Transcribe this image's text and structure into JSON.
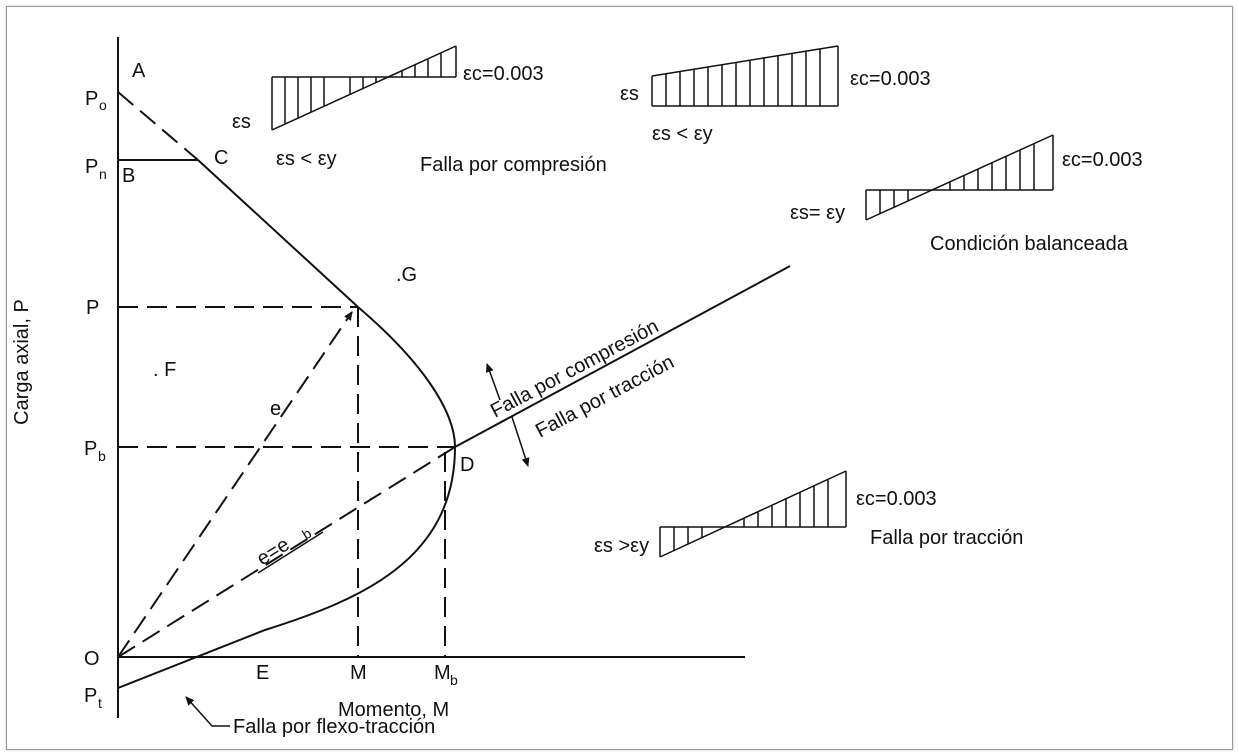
{
  "axes": {
    "y_label": "Carga axial, P",
    "x_label": "Momento, M"
  },
  "points": {
    "A": "A",
    "B": "B",
    "C": "C",
    "D": "D",
    "E": "E",
    "F": ". F",
    "G": ".G",
    "O": "O"
  },
  "y_ticks": {
    "po_main": "P",
    "po_sub": "o",
    "pn_main": "P",
    "pn_sub": "n",
    "p": "P",
    "pb_main": "P",
    "pb_sub": "b",
    "pt_main": "P",
    "pt_sub": "t"
  },
  "x_ticks": {
    "m": "M",
    "mb_main": "M",
    "mb_sub": "b"
  },
  "annotations": {
    "e": "e",
    "e_eb": "e=e",
    "e_eb_sub": "b",
    "falla_compresion_line": "Falla por compresión",
    "falla_traccion_line": "Falla por tracción",
    "falla_flexo": "Falla por flexo-tracción"
  },
  "strain_diagrams": {
    "d1": {
      "es": "εs",
      "ec": "εc=0.003",
      "cond": "εs < εy"
    },
    "d2": {
      "es": "εs",
      "ec": "εc=0.003",
      "cond": "εs < εy"
    },
    "compression_title": "Falla por compresión",
    "d3": {
      "es": "εs= εy",
      "ec": "εc=0.003",
      "title": "Condición balanceada"
    },
    "d4": {
      "es": "εs >εy",
      "ec": "εc=0.003",
      "title": "Falla por tracción"
    }
  }
}
